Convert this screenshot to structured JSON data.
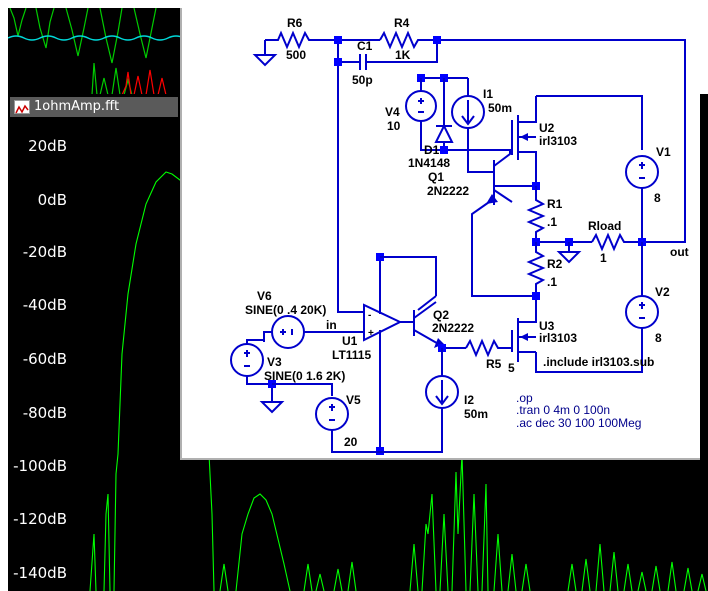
{
  "fft_window": {
    "title": "1ohmAmp.fft",
    "icon": "waveform-app-icon",
    "y_axis_labels": [
      "20dB",
      "0dB",
      "-20dB",
      "-40dB",
      "-60dB",
      "-80dB",
      "-100dB",
      "-120dB",
      "-140dB"
    ]
  },
  "schematic": {
    "components": {
      "r6": {
        "name": "R6",
        "value": "500"
      },
      "r4": {
        "name": "R4",
        "value": "1K"
      },
      "c1": {
        "name": "C1",
        "value": "50p"
      },
      "v4": {
        "name": "V4",
        "value": "10"
      },
      "i1": {
        "name": "I1",
        "value": "50m"
      },
      "d1": {
        "name": "D1",
        "value": "1N4148"
      },
      "u2": {
        "name": "U2",
        "value": "irl3103"
      },
      "v1": {
        "name": "V1",
        "value": "8"
      },
      "q1": {
        "name": "Q1",
        "value": "2N2222"
      },
      "r1": {
        "name": "R1",
        "value": ".1"
      },
      "rload": {
        "name": "Rload",
        "value": "1"
      },
      "r2": {
        "name": "R2",
        "value": ".1"
      },
      "v2": {
        "name": "V2",
        "value": "8"
      },
      "v6": {
        "name": "V6",
        "value": "SINE(0 .4 20K)"
      },
      "u1": {
        "name": "U1",
        "value": "LT1115"
      },
      "q2": {
        "name": "Q2",
        "value": "2N2222"
      },
      "u3": {
        "name": "U3",
        "value": "irl3103"
      },
      "r5": {
        "name": "R5",
        "value": "5"
      },
      "v3": {
        "name": "V3",
        "value": "SINE(0 1.6 2K)"
      },
      "v5": {
        "name": "V5",
        "value": "20"
      },
      "i2": {
        "name": "I2",
        "value": "50m"
      }
    },
    "net_labels": {
      "in": "in",
      "out": "out"
    },
    "spice_directives": [
      ".op",
      ".tran 0 4m 0 100n",
      ".ac dec 30 100 100Meg"
    ],
    "include_directive": ".include irl3103.sub"
  },
  "colors": {
    "wire": "#0000cc",
    "junction": "#0000ff",
    "directive": "#00008b",
    "fft_trace": "#00ff00",
    "wave_cyan": "#00d8d8",
    "wave_red": "#ff0000",
    "plot_background": "#000000"
  }
}
